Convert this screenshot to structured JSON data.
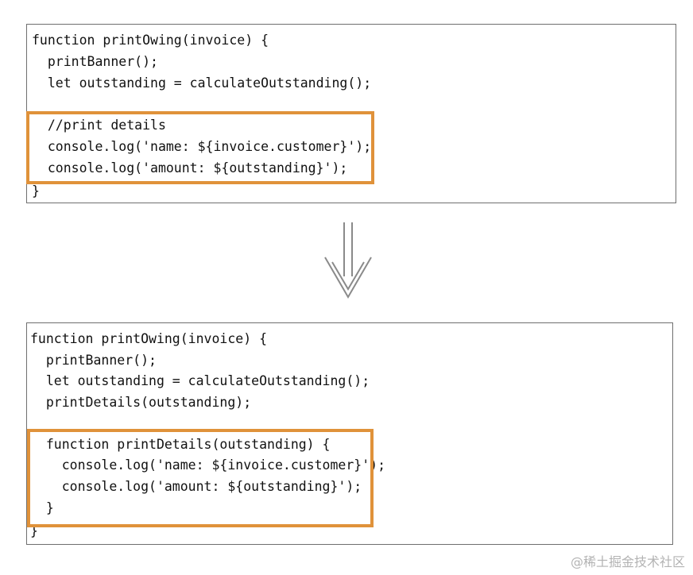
{
  "before": {
    "lines": [
      "function printOwing(invoice) {",
      "  printBanner();",
      "  let outstanding = calculateOutstanding();",
      "",
      "  //print details",
      "  console.log('name: ${invoice.customer}');",
      "  console.log('amount: ${outstanding}');",
      "}"
    ]
  },
  "after": {
    "lines": [
      "function printOwing(invoice) {",
      "  printBanner();",
      "  let outstanding = calculateOutstanding();",
      "  printDetails(outstanding);",
      "",
      "  function printDetails(outstanding) {",
      "    console.log('name: ${invoice.customer}');",
      "    console.log('amount: ${outstanding}');",
      "  }",
      "}"
    ]
  },
  "arrow_icon": "double-down-arrow-icon",
  "highlight_color": "#e0923a",
  "border_color": "#6f6f6f",
  "watermark": "@稀土掘金技术社区"
}
